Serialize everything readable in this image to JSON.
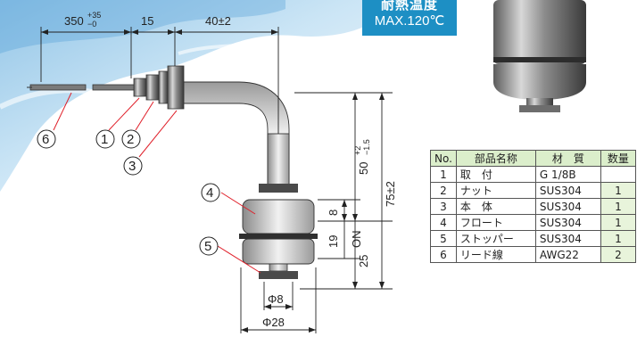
{
  "badge": {
    "line1": "耐熱温度",
    "line2": "MAX.120℃"
  },
  "dimensions": {
    "cable_length": "350",
    "cable_tol_plus": "+35",
    "cable_tol_minus": "−0",
    "fitting": "15",
    "arm": "40±2",
    "drop": "50",
    "drop_tol_plus": "+2",
    "drop_tol_minus": "−1.5",
    "total": "75±2",
    "float_gap": "8",
    "float_height": "19",
    "on_label": "ON",
    "lower": "25",
    "phi_stem": "Φ8",
    "phi_float": "Φ28"
  },
  "callouts": [
    "1",
    "2",
    "3",
    "4",
    "5",
    "6"
  ],
  "colors": {
    "accent": "#1d8fc4",
    "table_header": "#dbeecb"
  },
  "parts_table": {
    "headers": [
      "No.",
      "部品名称",
      "材　質",
      "数量"
    ],
    "rows": [
      {
        "no": "1",
        "name": "取　付",
        "material": "G 1/8B",
        "qty": ""
      },
      {
        "no": "2",
        "name": "ナット",
        "material": "SUS304",
        "qty": "1"
      },
      {
        "no": "3",
        "name": "本　体",
        "material": "SUS304",
        "qty": "1"
      },
      {
        "no": "4",
        "name": "フロート",
        "material": "SUS304",
        "qty": "1"
      },
      {
        "no": "5",
        "name": "ストッパー",
        "material": "SUS304",
        "qty": "1"
      },
      {
        "no": "6",
        "name": "リード線",
        "material": "AWG22",
        "qty": "2"
      }
    ]
  }
}
